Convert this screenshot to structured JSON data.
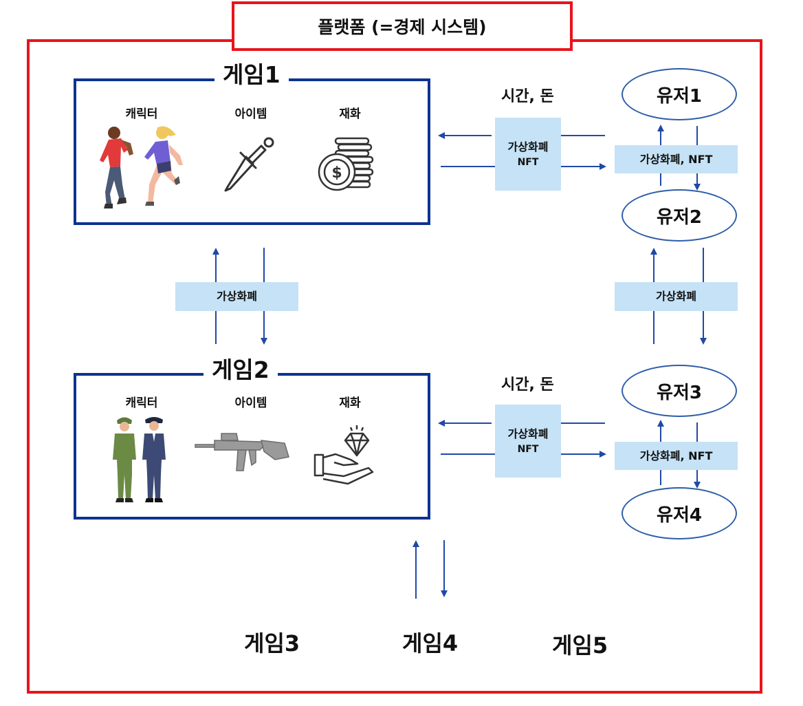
{
  "platform": {
    "title": "플랫폼 (=경제 시스템)"
  },
  "games": [
    {
      "title": "게임1",
      "categories": [
        "캐릭터",
        "아이템",
        "재화"
      ]
    },
    {
      "title": "게임2",
      "categories": [
        "캐릭터",
        "아이템",
        "재화"
      ]
    }
  ],
  "exchange": {
    "top": {
      "time_money": "시간, 돈",
      "currency_line1": "가상화폐",
      "currency_line2": "NFT"
    },
    "bottom": {
      "time_money": "시간, 돈",
      "currency_line1": "가상화폐",
      "currency_line2": "NFT"
    }
  },
  "between_games_label": "가상화폐",
  "users": [
    "유저1",
    "유저2",
    "유저3",
    "유저4"
  ],
  "user_links": {
    "u1_u2": "가상화폐, NFT",
    "u2_u3": "가상화폐",
    "u3_u4": "가상화폐, NFT"
  },
  "other_games": [
    "게임3",
    "게임4",
    "게임5"
  ],
  "colors": {
    "platform_red": "#e8141b",
    "game_blue": "#0b3390",
    "arrow_blue": "#1f49a6",
    "label_bg": "#c5e2f6"
  }
}
